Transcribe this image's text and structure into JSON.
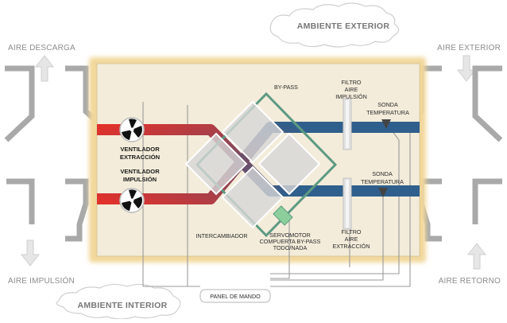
{
  "labels": {
    "ambiente_exterior": "AMBIENTE EXTERIOR",
    "ambiente_interior": "AMBIENTE INTERIOR",
    "aire_descarga": "AIRE DESCARGA",
    "aire_exterior": "AIRE EXTERIOR",
    "aire_impulsion": "AIRE IMPULSIÓN",
    "aire_retorno": "AIRE RETORNO",
    "by_pass": "BY-PASS",
    "filtro_impulsion": [
      "FILTRO",
      "AIRE",
      "IMPULSIÓN"
    ],
    "filtro_extraccion": [
      "FILTRO",
      "AIRE",
      "EXTRACCIÓN"
    ],
    "sonda_top": [
      "SONDA",
      "TEMPERATURA"
    ],
    "sonda_bottom": [
      "SONDA",
      "TEMPERATURA"
    ],
    "ventilador_extraccion": [
      "VENTILADOR",
      "EXTRACCIÓN"
    ],
    "ventilador_impulsion": [
      "VENTILADOR",
      "IMPULSIÓN"
    ],
    "intercambiador": "INTERCAMBIADOR",
    "servomotor": [
      "SERVOMOTOR",
      "COMPUERTA BY-PASS",
      "TODO/NADA"
    ],
    "panel_mando": "PANEL DE MANDO"
  },
  "colors": {
    "warm_air": "#e0312b",
    "cold_air": "#2f5f8c",
    "unit_panel": "#f3ecda",
    "unit_frame": "#f1d79a",
    "bypass_frame": "#5d9a82",
    "servomotor": "#8ccf9c",
    "duct": "#a9a9a9"
  },
  "icons": [
    "fan-icon",
    "fan-icon",
    "cloud-icon",
    "cloud-icon",
    "arrow-up-icon",
    "arrow-down-icon",
    "temperature-probe-icon",
    "filter-icon"
  ]
}
